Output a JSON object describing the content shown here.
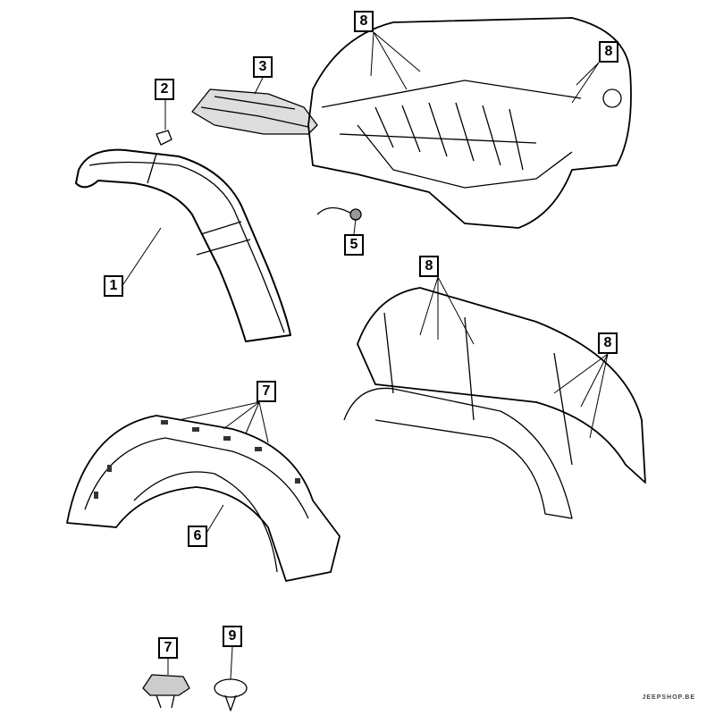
{
  "diagram": {
    "callouts": [
      {
        "id": "c8a",
        "label": "8"
      },
      {
        "id": "c8b",
        "label": "8"
      },
      {
        "id": "c3",
        "label": "3"
      },
      {
        "id": "c2",
        "label": "2"
      },
      {
        "id": "c5",
        "label": "5"
      },
      {
        "id": "c1",
        "label": "1"
      },
      {
        "id": "c8c",
        "label": "8"
      },
      {
        "id": "c8d",
        "label": "8"
      },
      {
        "id": "c7a",
        "label": "7"
      },
      {
        "id": "c6",
        "label": "6"
      },
      {
        "id": "c7b",
        "label": "7"
      },
      {
        "id": "c9",
        "label": "9"
      }
    ],
    "watermark": "JEEPSHOP.BE"
  }
}
